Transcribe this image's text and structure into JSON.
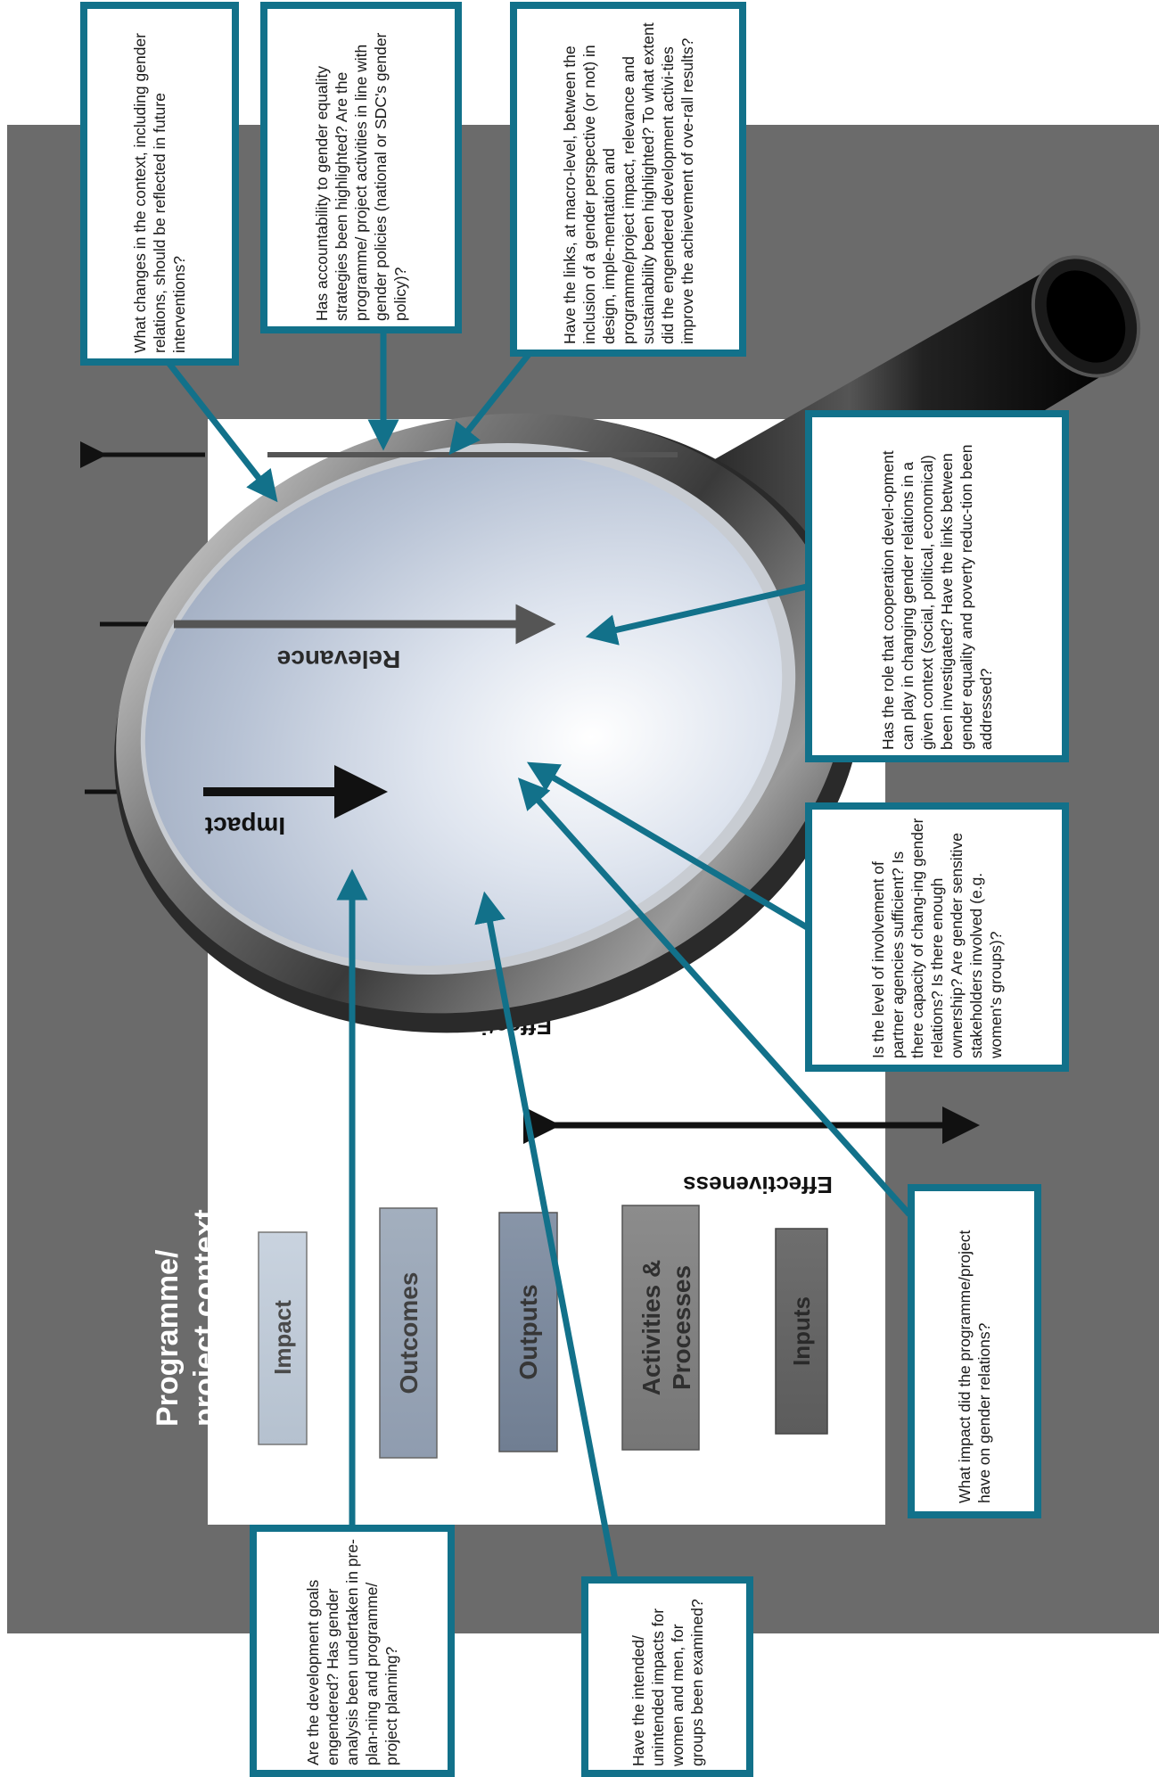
{
  "context_title_line1": "Programme/",
  "context_title_line2": "project context",
  "result_chain": [
    "Impact",
    "Outcomes",
    "Outputs",
    "Activities & Processes",
    "Inputs"
  ],
  "arrow_labels": {
    "impact": "Impact",
    "relevance": "Relevance",
    "effectiveness_upper": "Effectiveness",
    "effectiveness_lower": "Effectiveness"
  },
  "questions": {
    "q1": "What changes in the context, including gender relations, should be reflected in future interventions?",
    "q2": "Has accountability to gender equality strategies been highlighted? Are the programme/ project activities in line with gender policies (national or SDC's gender policy)?",
    "q3": "Have the links, at macro-level, between the inclusion of a gender perspective (or not) in design, imple-mentation and programme/project impact, relevance and sustainability been highlighted? To what extent did the engendered development activi-ties improve the achievement of ove-rall results?",
    "q4": "Has the role that cooperation devel-opment can play in changing gender relations in a given context (social, political, economical) been investigated? Have the links between gender equality and poverty reduc-tion been addressed?",
    "q5": "Is the level of involvement of partner agencies sufficient? Is there capacity of chang-ing gender relations? Is there enough ownership? Are gender sensitive stakeholders involved (e.g. women's groups)?",
    "q6": "What impact did the programme/project have on gender relations?",
    "q7": "Are the development goals engendered? Has gender analysis been undertaken in pre-plan-ning and programme/ project planning?",
    "q8": "Have the intended/ unintended impacts for women and men, for groups been examined?"
  },
  "colors": {
    "background": "#6b6b6b",
    "panel": "#ffffff",
    "accent": "#12718a",
    "arrow": "#1a1a1a"
  }
}
